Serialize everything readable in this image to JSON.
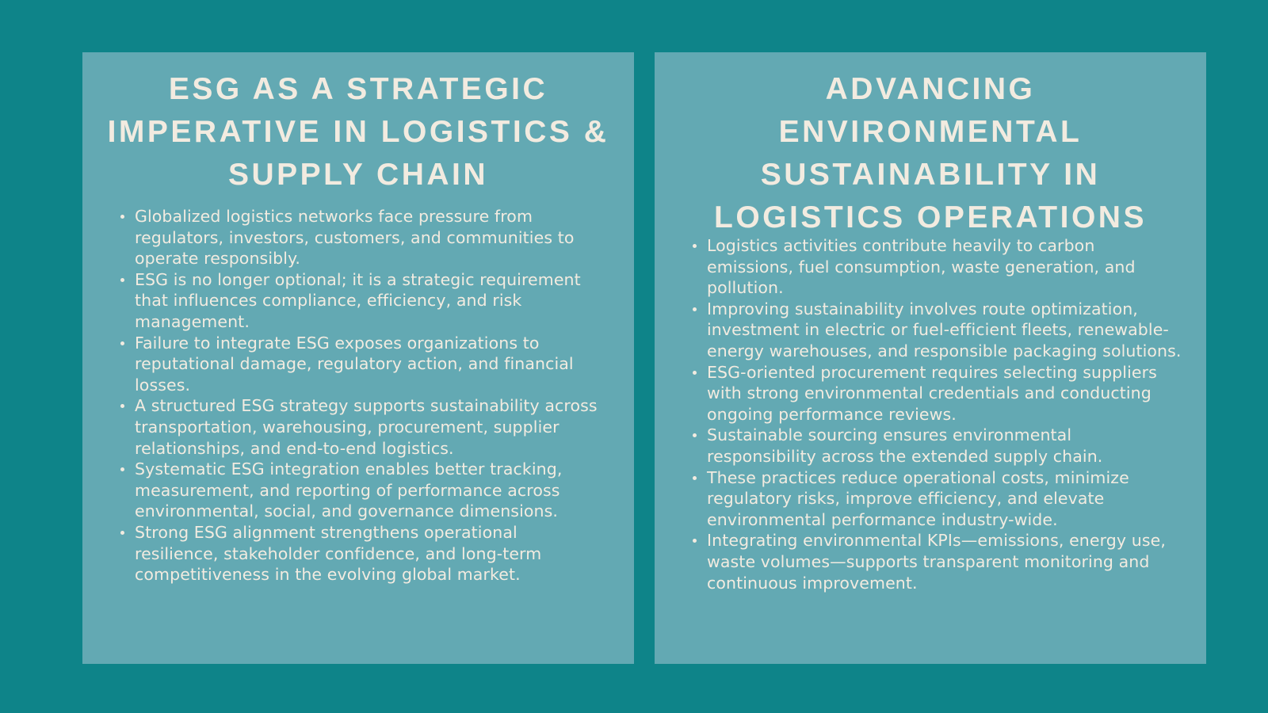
{
  "colors": {
    "background": "#0e8489",
    "panel": "#63a9b3",
    "text": "#f2ebe0"
  },
  "left_panel": {
    "title": "ESG as a Strategic Imperative in Logistics & Supply Chain",
    "bullets": [
      "Globalized logistics networks face pressure from regulators, investors, customers, and communities to operate responsibly.",
      "ESG is no longer optional; it is a strategic requirement that influences compliance, efficiency, and risk management.",
      "Failure to integrate ESG exposes organizations to reputational damage, regulatory action, and financial losses.",
      "A structured ESG strategy supports sustainability across transportation, warehousing, procurement, supplier relationships, and end-to-end logistics.",
      "Systematic ESG integration enables better tracking, measurement, and reporting of performance across environmental, social, and governance dimensions.",
      "Strong ESG alignment strengthens operational resilience, stakeholder confidence, and long-term competitiveness in the evolving global market."
    ]
  },
  "right_panel": {
    "title": "Advancing Environmental Sustainability in Logistics Operations",
    "bullets": [
      "Logistics activities contribute heavily to carbon emissions, fuel consumption, waste generation, and pollution.",
      "Improving sustainability involves route optimization, investment in electric or fuel-efficient fleets, renewable-energy warehouses, and responsible packaging solutions.",
      "ESG-oriented procurement requires selecting suppliers with strong environmental credentials and conducting ongoing performance reviews.",
      "Sustainable sourcing ensures environmental responsibility across the extended supply chain.",
      "These practices reduce operational costs, minimize regulatory risks, improve efficiency, and elevate environmental performance industry-wide.",
      "Integrating environmental KPIs—emissions, energy use, waste volumes—supports transparent monitoring and continuous improvement."
    ]
  }
}
